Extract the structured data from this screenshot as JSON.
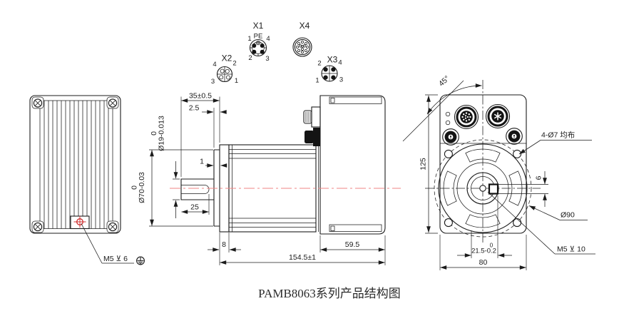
{
  "caption": "PAMB8063系列产品结构图",
  "connectors": {
    "x1": {
      "name": "X1",
      "pe": "PE",
      "p1": "1",
      "p2": "2",
      "p3": "3",
      "p4": "4"
    },
    "x2": {
      "name": "X2",
      "p1": "1",
      "p2": "2",
      "p3": "3",
      "p4": "4"
    },
    "x3": {
      "name": "X3",
      "p1": "1",
      "p2": "2",
      "p3": "3",
      "p4": "4"
    },
    "x4": {
      "name": "X4"
    }
  },
  "rear": {
    "thread": "M5 ⊻ 6"
  },
  "side": {
    "shaft_length": "35±0.5",
    "pilot_height": "2.5",
    "shaft_dia_tol": "0",
    "shaft_dia": "Ø19-0.013",
    "step": "1",
    "pilot_dia_tol": "0",
    "pilot_dia": "Ø70-0.03",
    "key_length": "25",
    "flange_thickness": "8",
    "housing_length": "59.5",
    "total_length": "154.5±1"
  },
  "front": {
    "angle": "45°",
    "height": "125",
    "mount_holes": "4-Ø7 均布",
    "key_width": "6",
    "bolt_circle": "Ø90",
    "center_thread": "M5 ⊻ 10",
    "key_flat_tol": "0",
    "key_flat": "21.5-0.2",
    "width": "80"
  }
}
